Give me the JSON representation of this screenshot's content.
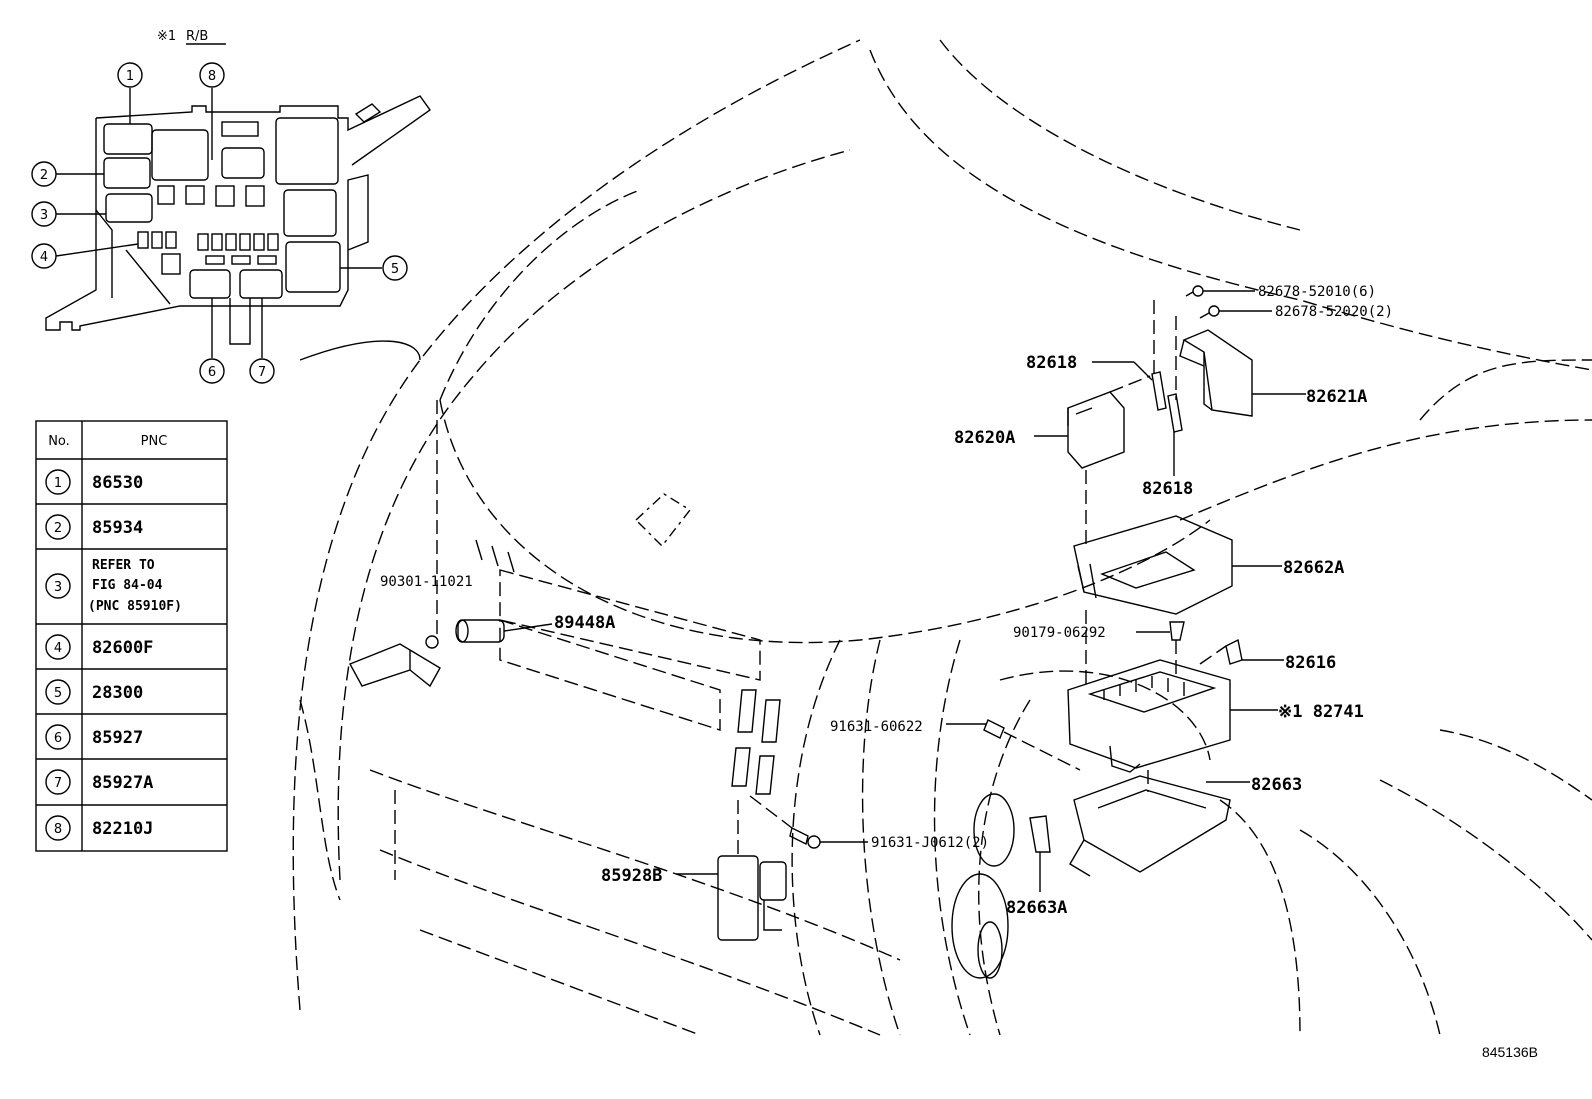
{
  "inset": {
    "title_prefix": "※1",
    "title_underlined": "R/B",
    "callouts": [
      "1",
      "2",
      "3",
      "4",
      "5",
      "6",
      "7",
      "8"
    ]
  },
  "table": {
    "header_no": "No.",
    "header_pnc": "PNC",
    "rows": [
      {
        "no": "1",
        "pnc": "86530"
      },
      {
        "no": "2",
        "pnc": "85934"
      },
      {
        "no": "3",
        "pnc_lines": [
          "REFER TO",
          "FIG 84-04",
          "(PNC 85910F)"
        ]
      },
      {
        "no": "4",
        "pnc": "82600F"
      },
      {
        "no": "5",
        "pnc": "28300"
      },
      {
        "no": "6",
        "pnc": "85927"
      },
      {
        "no": "7",
        "pnc": "85927A"
      },
      {
        "no": "8",
        "pnc": "82210J"
      }
    ]
  },
  "parts": {
    "p1": "82678-52010(6)",
    "p2": "82678-52020(2)",
    "p3": "82618",
    "p4": "82621A",
    "p5": "82620A",
    "p6": "82618",
    "p7": "82662A",
    "p8": "90179-06292",
    "p9": "82616",
    "p10": "91631-60622",
    "p11": "※1 82741",
    "p12": "82663",
    "p13": "91631-J0612(2)",
    "p14": "82663A",
    "p15": "85928B",
    "p16": "90301-11021",
    "p17": "89448A"
  },
  "figure_ref": "845136B"
}
